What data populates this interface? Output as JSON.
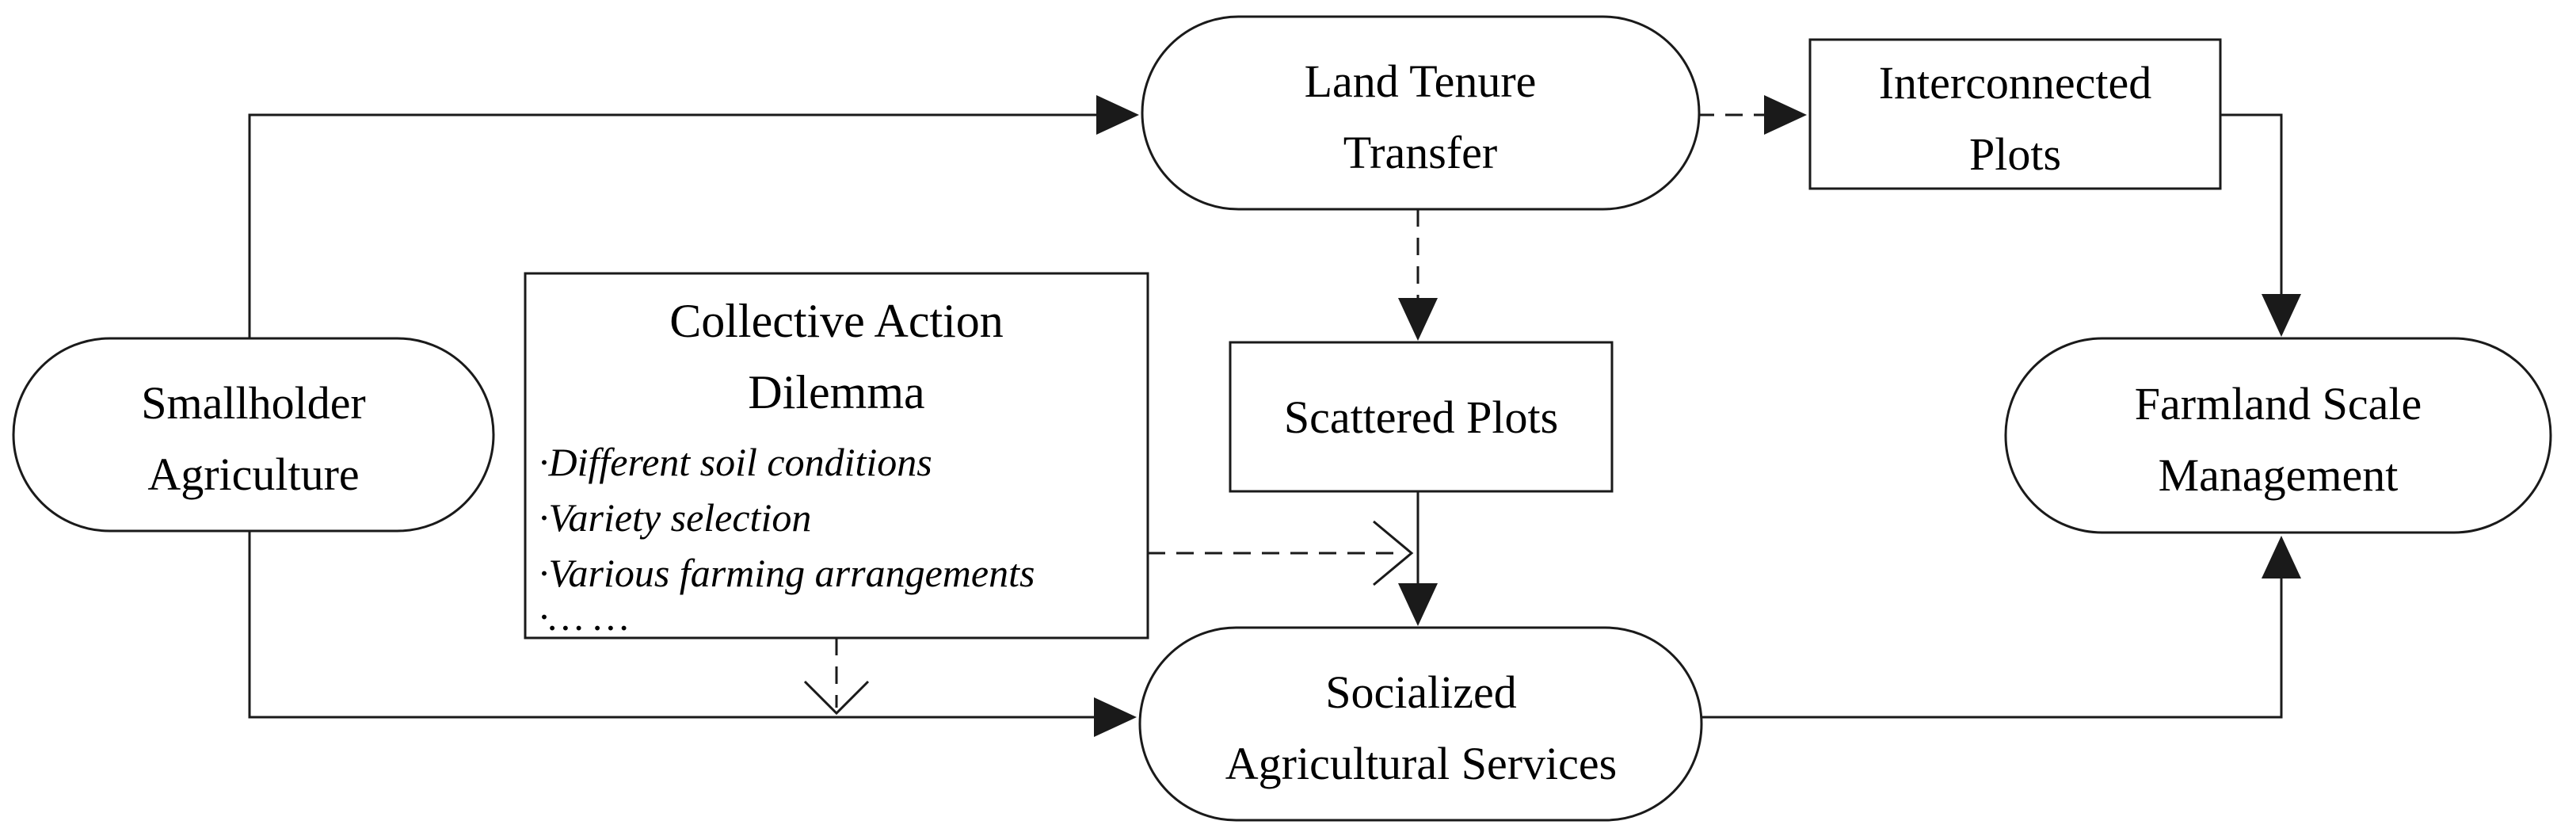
{
  "diagram": {
    "background_color": "#ffffff",
    "line_color": "#1a1a1a",
    "nodes": {
      "smallholder": {
        "shape": "stadium",
        "line1": "Smallholder",
        "line2": "Agriculture"
      },
      "land_tenure": {
        "shape": "stadium",
        "line1": "Land Tenure",
        "line2": "Transfer"
      },
      "interconnected": {
        "shape": "rectangle",
        "line1": "Interconnected",
        "line2": "Plots"
      },
      "scattered": {
        "shape": "rectangle",
        "line1": "Scattered Plots"
      },
      "collective": {
        "shape": "rectangle",
        "title_line1": "Collective Action",
        "title_line2": "Dilemma",
        "items": [
          "·Different soil conditions",
          "·Variety selection",
          "·Various farming arrangements",
          "·… …"
        ]
      },
      "socialized": {
        "shape": "stadium",
        "line1": "Socialized",
        "line2": "Agricultural Services"
      },
      "farmland": {
        "shape": "stadium",
        "line1": "Farmland Scale",
        "line2": "Management"
      }
    },
    "edges": [
      {
        "from": "smallholder",
        "to": "land_tenure",
        "style": "solid",
        "arrowhead": "filled"
      },
      {
        "from": "smallholder",
        "to": "socialized",
        "style": "solid",
        "arrowhead": "filled"
      },
      {
        "from": "land_tenure",
        "to": "interconnected",
        "style": "dashed",
        "arrowhead": "filled"
      },
      {
        "from": "land_tenure",
        "to": "scattered",
        "style": "dashed",
        "arrowhead": "filled"
      },
      {
        "from": "scattered",
        "to": "socialized",
        "style": "solid",
        "arrowhead": "filled"
      },
      {
        "from": "interconnected",
        "to": "farmland",
        "style": "solid",
        "arrowhead": "filled"
      },
      {
        "from": "socialized",
        "to": "farmland",
        "style": "solid",
        "arrowhead": "filled"
      },
      {
        "from": "collective",
        "to": "scattered-socialized-link",
        "style": "dashed",
        "arrowhead": "open"
      },
      {
        "from": "collective",
        "to": "smallholder-socialized-link",
        "style": "dashed",
        "arrowhead": "open"
      }
    ]
  }
}
